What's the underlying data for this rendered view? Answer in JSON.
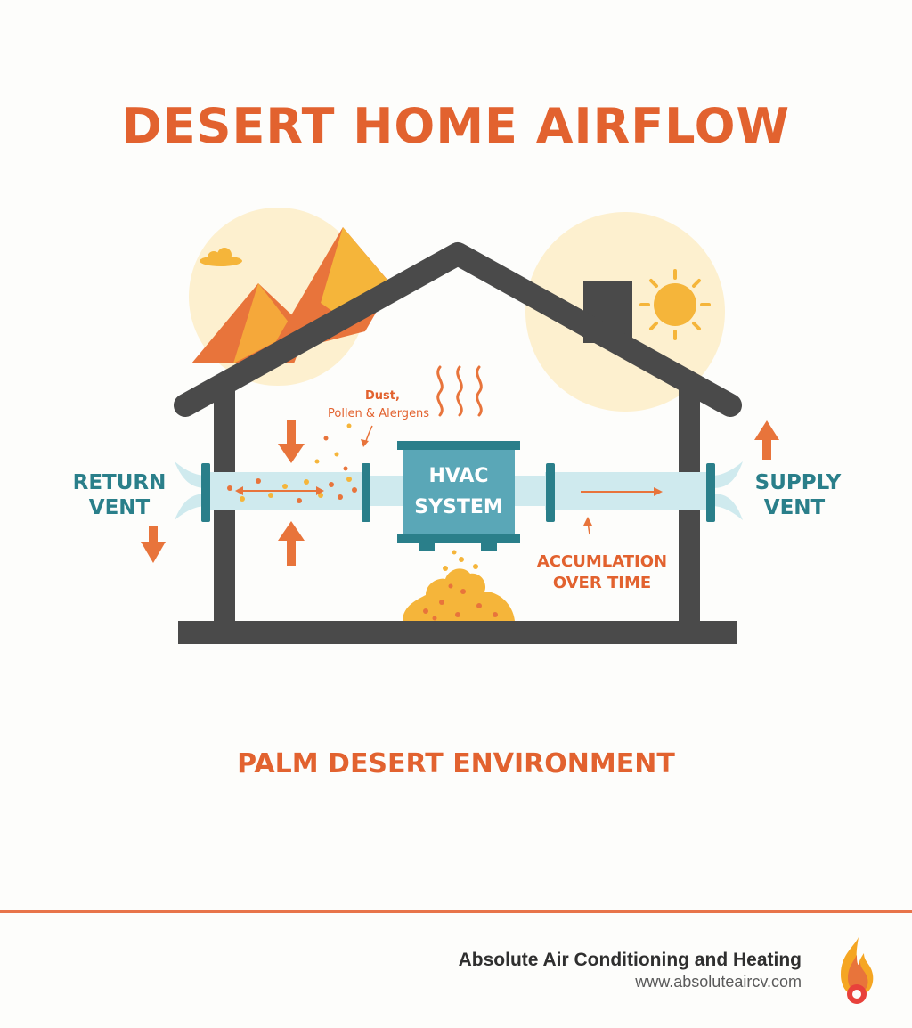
{
  "title": "DESERT HOME AIRFLOW",
  "labels": {
    "dust_line1": "Dust,",
    "dust_line2": "Pollen & Alergens",
    "return_line1": "RETURN",
    "return_line2": "VENT",
    "supply_line1": "SUPPLY",
    "supply_line2": "VENT",
    "hvac_line1": "HVAC",
    "hvac_line2": "SYSTEM",
    "accum_line1": "ACCUMLATION",
    "accum_line2": "OVER TIME"
  },
  "environment": "PALM DESERT ENVIRONMENT",
  "footer": {
    "company": "Absolute Air Conditioning and Heating",
    "url": "www.absoluteaircv.com"
  },
  "colors": {
    "accent": "#e2622f",
    "teal": "#2a7f8a",
    "house": "#4a4a4a",
    "duct": "#cfeaee",
    "sun": "#f5b53a"
  }
}
